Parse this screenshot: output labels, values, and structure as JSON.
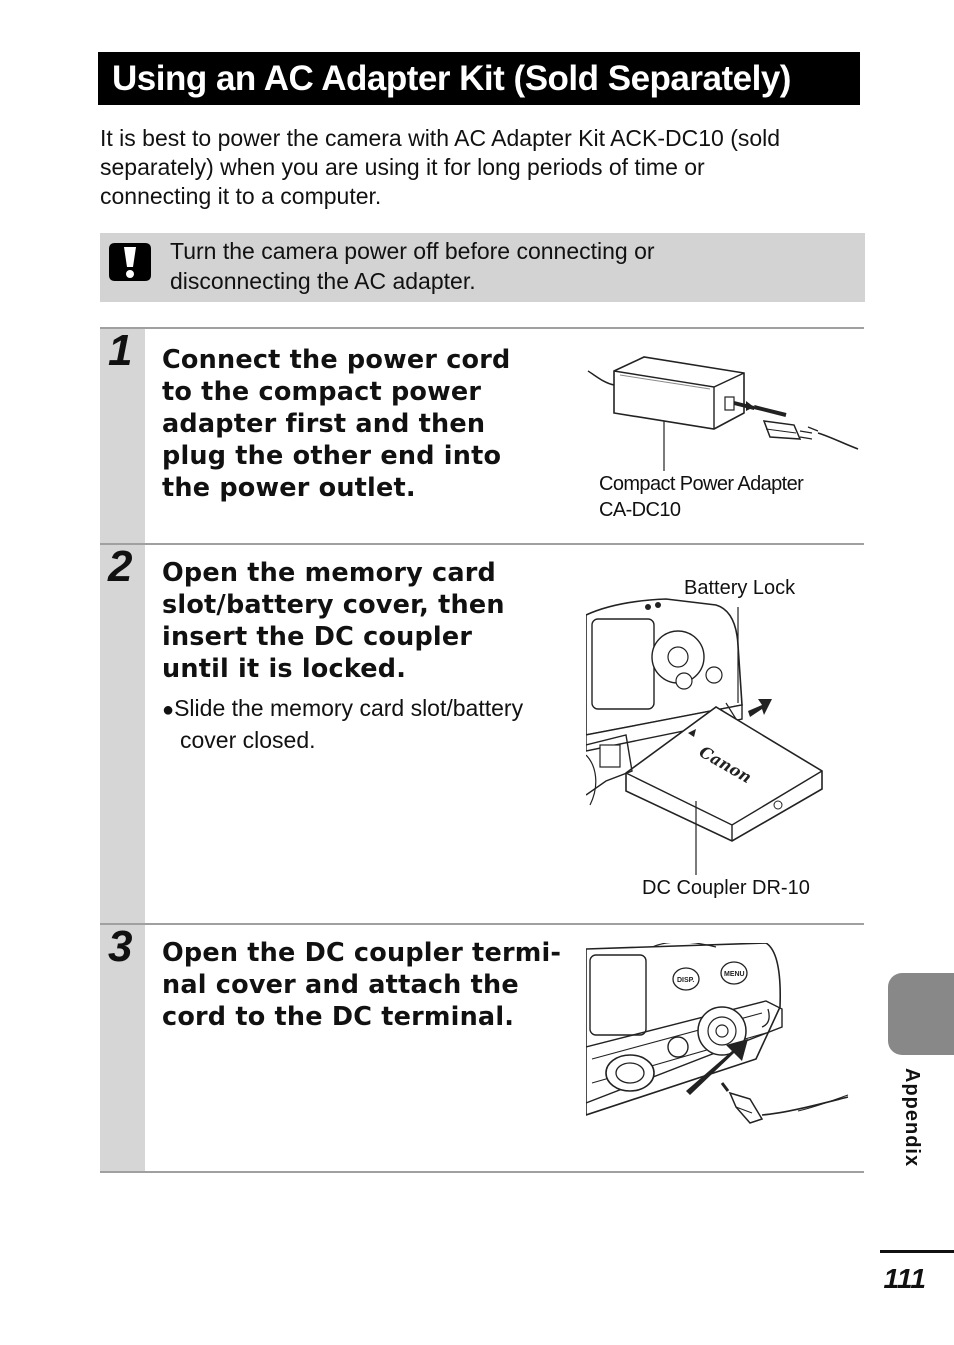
{
  "page": {
    "title": "Using an AC Adapter Kit (Sold Separately)",
    "intro": [
      "It is best to power the camera with AC Adapter Kit ACK-DC10 (sold",
      "separately) when you are using it for long periods of time or",
      "connecting it to a computer."
    ],
    "caution": {
      "icon": "caution-exclamation-icon",
      "lines": [
        "Turn the camera power off before connecting or",
        "disconnecting the AC adapter."
      ]
    },
    "steps": [
      {
        "number": "1",
        "heading_lines": [
          "Connect the power cord",
          "to the compact power",
          "adapter first and then",
          "plug the other end into",
          "the power outlet."
        ],
        "figure_labels": [
          "Compact Power Adapter",
          "CA-DC10"
        ]
      },
      {
        "number": "2",
        "heading_lines": [
          "Open the memory card",
          "slot/battery cover, then",
          "insert the DC coupler",
          "until it is locked."
        ],
        "bullet_lines": [
          "Slide the memory card slot/battery",
          "cover closed."
        ],
        "figure_labels": [
          "Battery Lock",
          "DC Coupler DR-10"
        ],
        "brand": "Canon"
      },
      {
        "number": "3",
        "heading_lines": [
          "Open the DC coupler termi-",
          "nal cover and attach the",
          "cord to the DC terminal."
        ],
        "camera_button_labels": [
          "DISP.",
          "MENU"
        ]
      }
    ],
    "side_tab": "Appendix",
    "page_number": "111"
  }
}
